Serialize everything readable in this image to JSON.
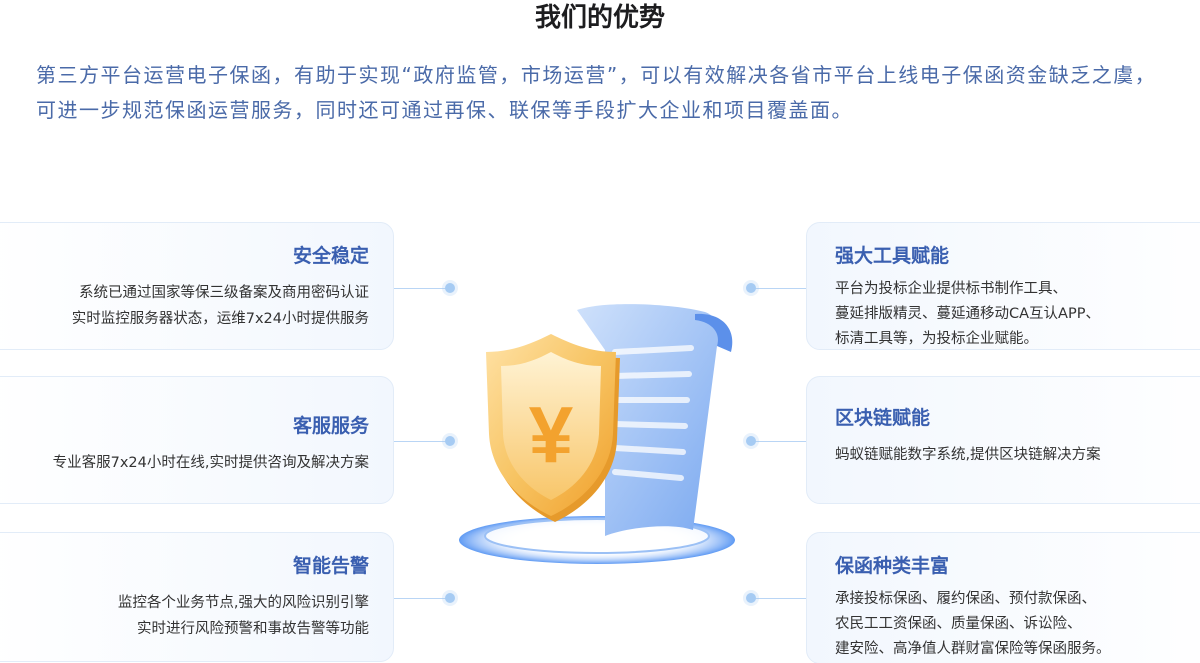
{
  "title": "我们的优势",
  "intro": "第三方平台运营电子保函，有助于实现“政府监管，市场运营”，可以有效解决各省市平台上线电子保函资金缺乏之虞，可进一步规范保函运营服务，同时还可通过再保、联保等手段扩大企业和项目覆盖面。",
  "left": [
    {
      "title": "安全稳定",
      "lines": [
        "系统已通过国家等保三级备案及商用密码认证",
        "实时监控服务器状态，运维7x24小时提供服务"
      ]
    },
    {
      "title": "客服服务",
      "lines": [
        "专业客服7x24小时在线,实时提供咨询及解决方案"
      ]
    },
    {
      "title": "智能告警",
      "lines": [
        "监控各个业务节点,强大的风险识别引擎",
        "实时进行风险预警和事故告警等功能"
      ]
    }
  ],
  "right": [
    {
      "title": "强大工具赋能",
      "lines": [
        "平台为投标企业提供标书制作工具、",
        "蔓延排版精灵、蔓延通移动CA互认APP、",
        "标清工具等，为投标企业赋能。"
      ]
    },
    {
      "title": "区块链赋能",
      "lines": [
        "蚂蚁链赋能数字系统,提供区块链解决方案"
      ]
    },
    {
      "title": "保函种类丰富",
      "lines": [
        "承接投标保函、履约保函、预付款保函、",
        "农民工工资保函、质量保函、诉讼险、",
        "建安险、高净值人群财富保险等保函服务。"
      ]
    }
  ],
  "illustration": {
    "symbol": "¥",
    "shield_color": "#f6b54a",
    "paper_color": "#8fb8f5"
  }
}
